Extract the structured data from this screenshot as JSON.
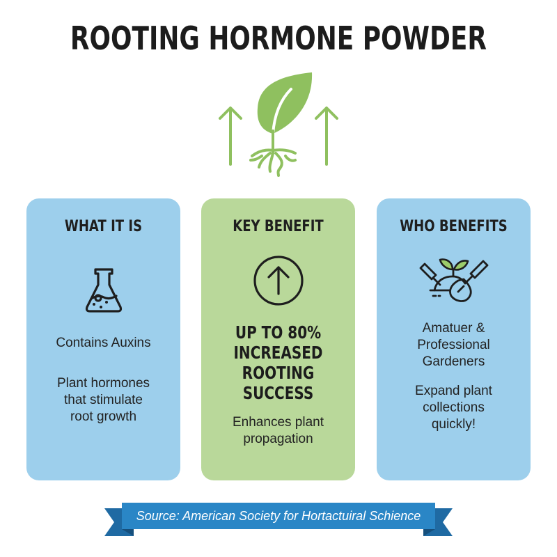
{
  "title": "ROOTING HORMONE POWDER",
  "hero": {
    "icon": "sprout-with-roots-icon",
    "side_icons": [
      "arrow-up-icon",
      "arrow-up-icon"
    ],
    "color": "#8fc05f"
  },
  "cards": [
    {
      "heading": "WHAT IT IS",
      "icon": "flask-icon",
      "color": "#9dcfec",
      "lines": [
        "Contains Auxins"
      ],
      "description": [
        "Plant hormones",
        "that stimulate",
        "root growth"
      ]
    },
    {
      "heading": "KEY BENEFIT",
      "icon": "arrow-up-circle-icon",
      "color": "#b9d89a",
      "stat": [
        "UP TO 80%",
        "INCREASED",
        "ROOTING",
        "SUCCESS"
      ],
      "description": [
        "Enhances plant",
        "propagation"
      ]
    },
    {
      "heading": "WHO BENEFITS",
      "icon": "garden-tools-seedling-icon",
      "color": "#9dcfec",
      "lines": [
        "Amatuer &",
        "Professional",
        "Gardeners"
      ],
      "description": [
        "Expand plant",
        "collections",
        "quickly!"
      ]
    }
  ],
  "source_banner": {
    "text": "Source: American Society for Hortactuiral Schience",
    "color": "#2a86c6",
    "tail_color": "#1f6aa3"
  }
}
